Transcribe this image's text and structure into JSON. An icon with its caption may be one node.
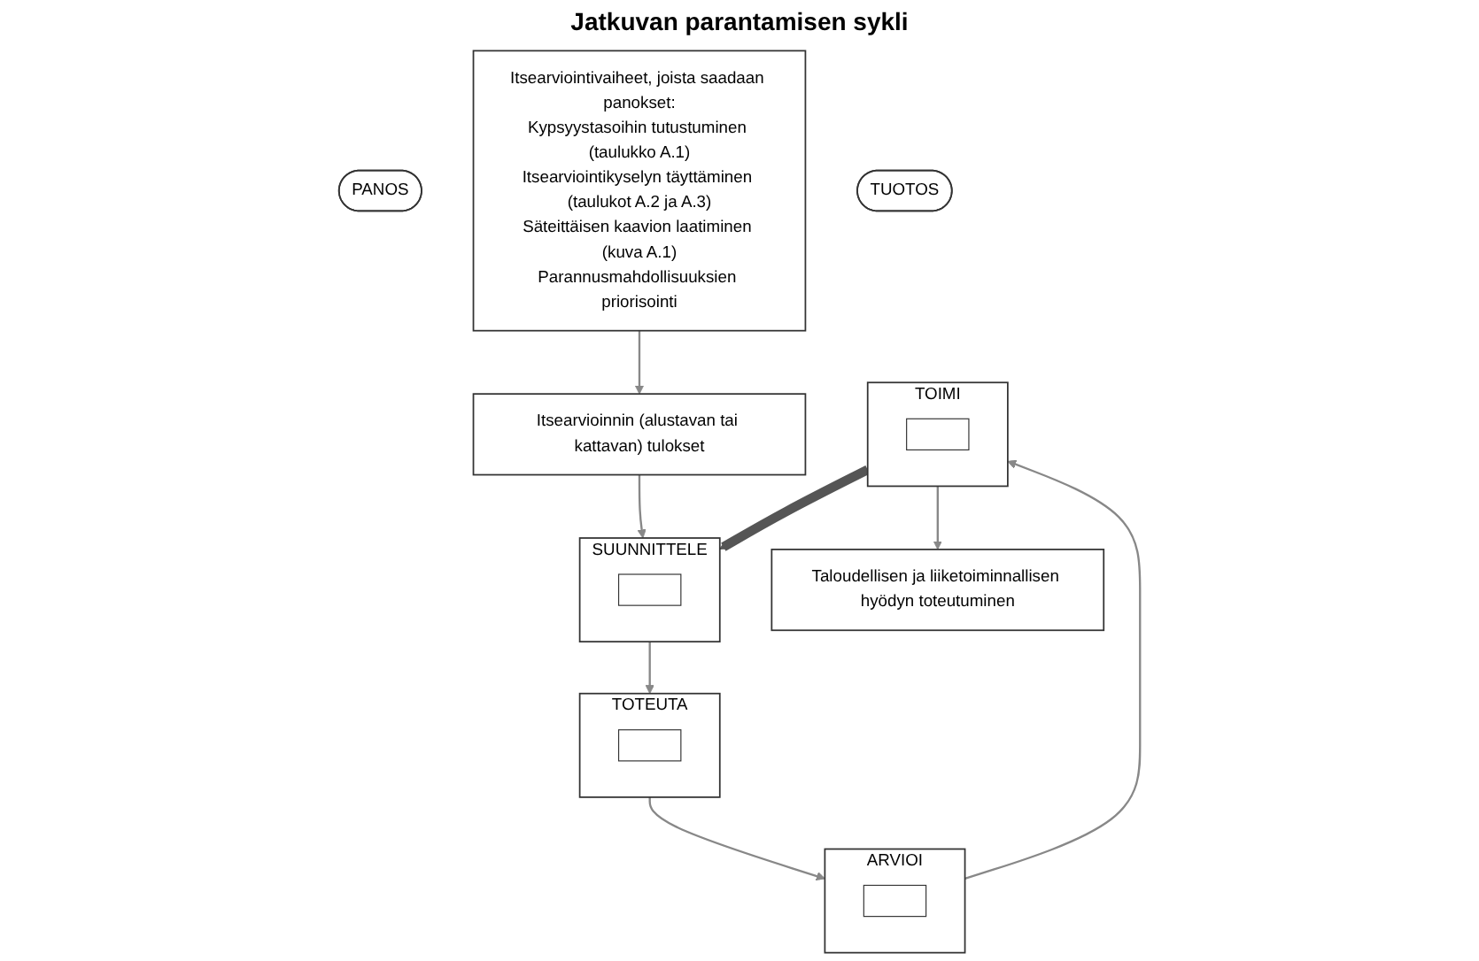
{
  "diagram": {
    "nodes": [
      {
        "text": [
          "PANOS"
        ]
      },
      {
        "text": [
          "Itsearvioinnin (alustavan tai kattavan) tulokset"
        ]
      },
      {
        "text": [
          "Itsearviointivaiheet, joista saadaan panokset:",
          "Kypsyystasoihin tutustuminen (taulukko A.1)",
          "Itsearviointikyselyn täyttäminen (taulukot A.2 ja A.3)",
          "Säteittäisen kaavion laatiminen (kuva A.1)",
          "Parannusmahdollisuuksien priorisointi"
        ]
      },
      {
        "text": [
          "SUUNNITTELE"
        ]
      },
      {
        "text": [],
        "shape": "box",
        "in": 3
      },
      {
        "text": [
          "TOTEUTA"
        ]
      },
      {
        "text": [],
        "shape": "box",
        "in": 5
      },
      {
        "text": [
          "ARVIOI"
        ]
      },
      {
        "text": [],
        "shape": "box",
        "in": 7
      },
      {
        "text": [
          "TOIMI"
        ]
      },
      {
        "text": [],
        "shape": "box",
        "in": 9
      },
      {
        "text": [
          "TUOTOS"
        ]
      },
      {
        "text": [
          "Taloudellisen ja liiketoiminnallisen hyödyn toteutuminen"
        ]
      }
    ],
    "edges": [
      {
        "from": 2,
        "to": 1,
        "arrow": "to"
      },
      {
        "from": 1,
        "to": 3,
        "arrow": "to"
      },
      {
        "from": 3,
        "to": 5,
        "arrow": "to"
      },
      {
        "from": 5,
        "to": 7,
        "arrow": "to"
      },
      {
        "from": 7,
        "to": 9,
        "arrow": "to"
      },
      {
        "from": 9,
        "to": 3,
        "arrow": "to",
        "style": "thick",
        "color": "#555555"
      },
      {
        "from": 9,
        "to": 12,
        "arrow": "to"
      }
    ],
    "labels": [
      "Jatkuvan parantamisen sykli"
    ]
  }
}
